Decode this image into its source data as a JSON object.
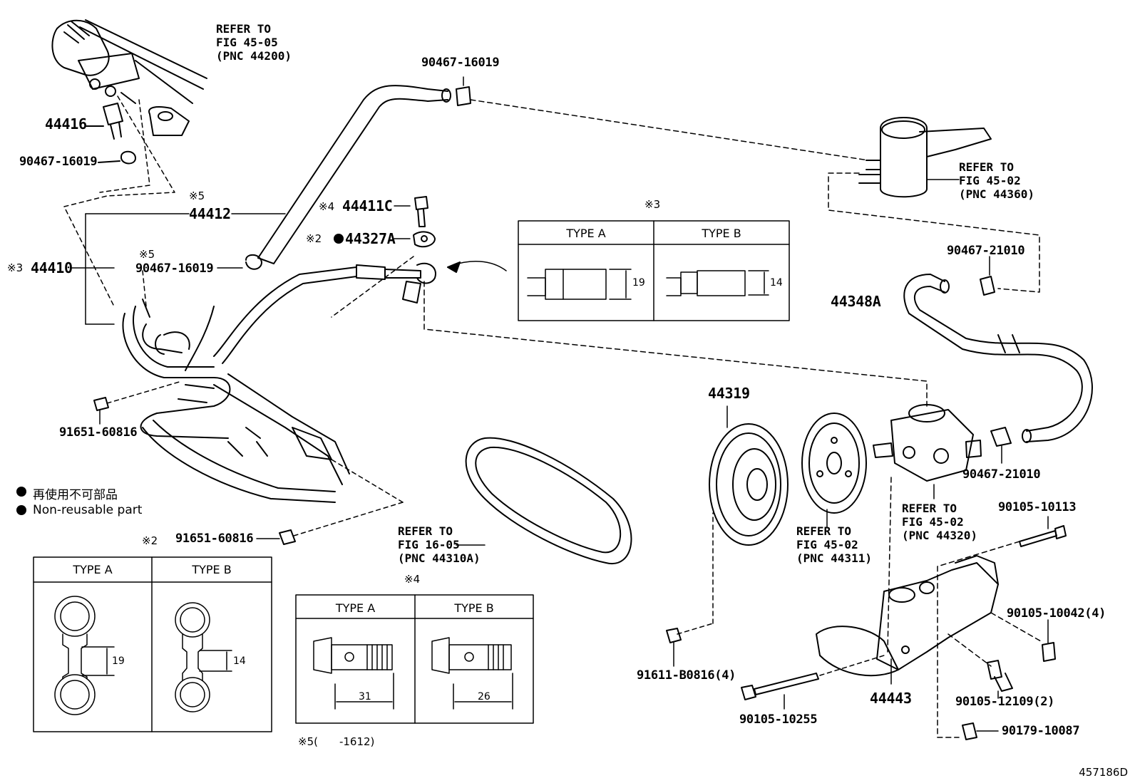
{
  "refs": {
    "fig45_05": "REFER TO\nFIG 45-05\n(PNC 44200)",
    "fig45_02_reservoir": "REFER TO\nFIG 45-02\n(PNC 44360)",
    "fig45_02_pump": "REFER TO\nFIG 45-02\n(PNC 44320)",
    "fig45_02_pulley": "REFER TO\nFIG 45-02\n(PNC 44311)",
    "fig16_05": "REFER TO\nFIG 16-05\n(PNC 44310A)"
  },
  "parts": {
    "p44416": "44416",
    "p90467_16019_a": "90467-16019",
    "p90467_16019_top": "90467-16019",
    "p90467_16019_b": "90467-16019",
    "p44412": "44412",
    "p44410": "44410",
    "p44411c": "44411C",
    "p44327a": "44327A",
    "p91651_60816_a": "91651-60816",
    "p91651_60816_b": "91651-60816",
    "p90467_21010_a": "90467-21010",
    "p90467_21010_b": "90467-21010",
    "p44348a": "44348A",
    "p44319": "44319",
    "p90105_10113": "90105-10113",
    "p90105_10042": "90105-10042(4)",
    "p91611_b0816": "91611-B0816(4)",
    "p90105_10255": "90105-10255",
    "p44443": "44443",
    "p90105_12109": "90105-12109(2)",
    "p90179_10087": "90179-10087"
  },
  "marks": {
    "m5_44412": "※5",
    "m3_44410": "※3",
    "m5_clamp": "※5",
    "m4_44411c": "※4",
    "m2_44327a": "※2",
    "m3_table": "※3",
    "m2_table": "※2",
    "m4_table": "※4"
  },
  "legend": {
    "jp": "再使用不可部品",
    "en": "Non-reusable part"
  },
  "table_m3": {
    "type_a": "TYPE A",
    "type_b": "TYPE B",
    "dim_a": "19",
    "dim_b": "14"
  },
  "table_m2": {
    "type_a": "TYPE A",
    "type_b": "TYPE B",
    "dim_a": "19",
    "dim_b": "14"
  },
  "table_m4": {
    "type_a": "TYPE A",
    "type_b": "TYPE B",
    "dim_a": "31",
    "dim_b": "26"
  },
  "footnote": "※5(　　-1612)",
  "figure_id": "457186D"
}
